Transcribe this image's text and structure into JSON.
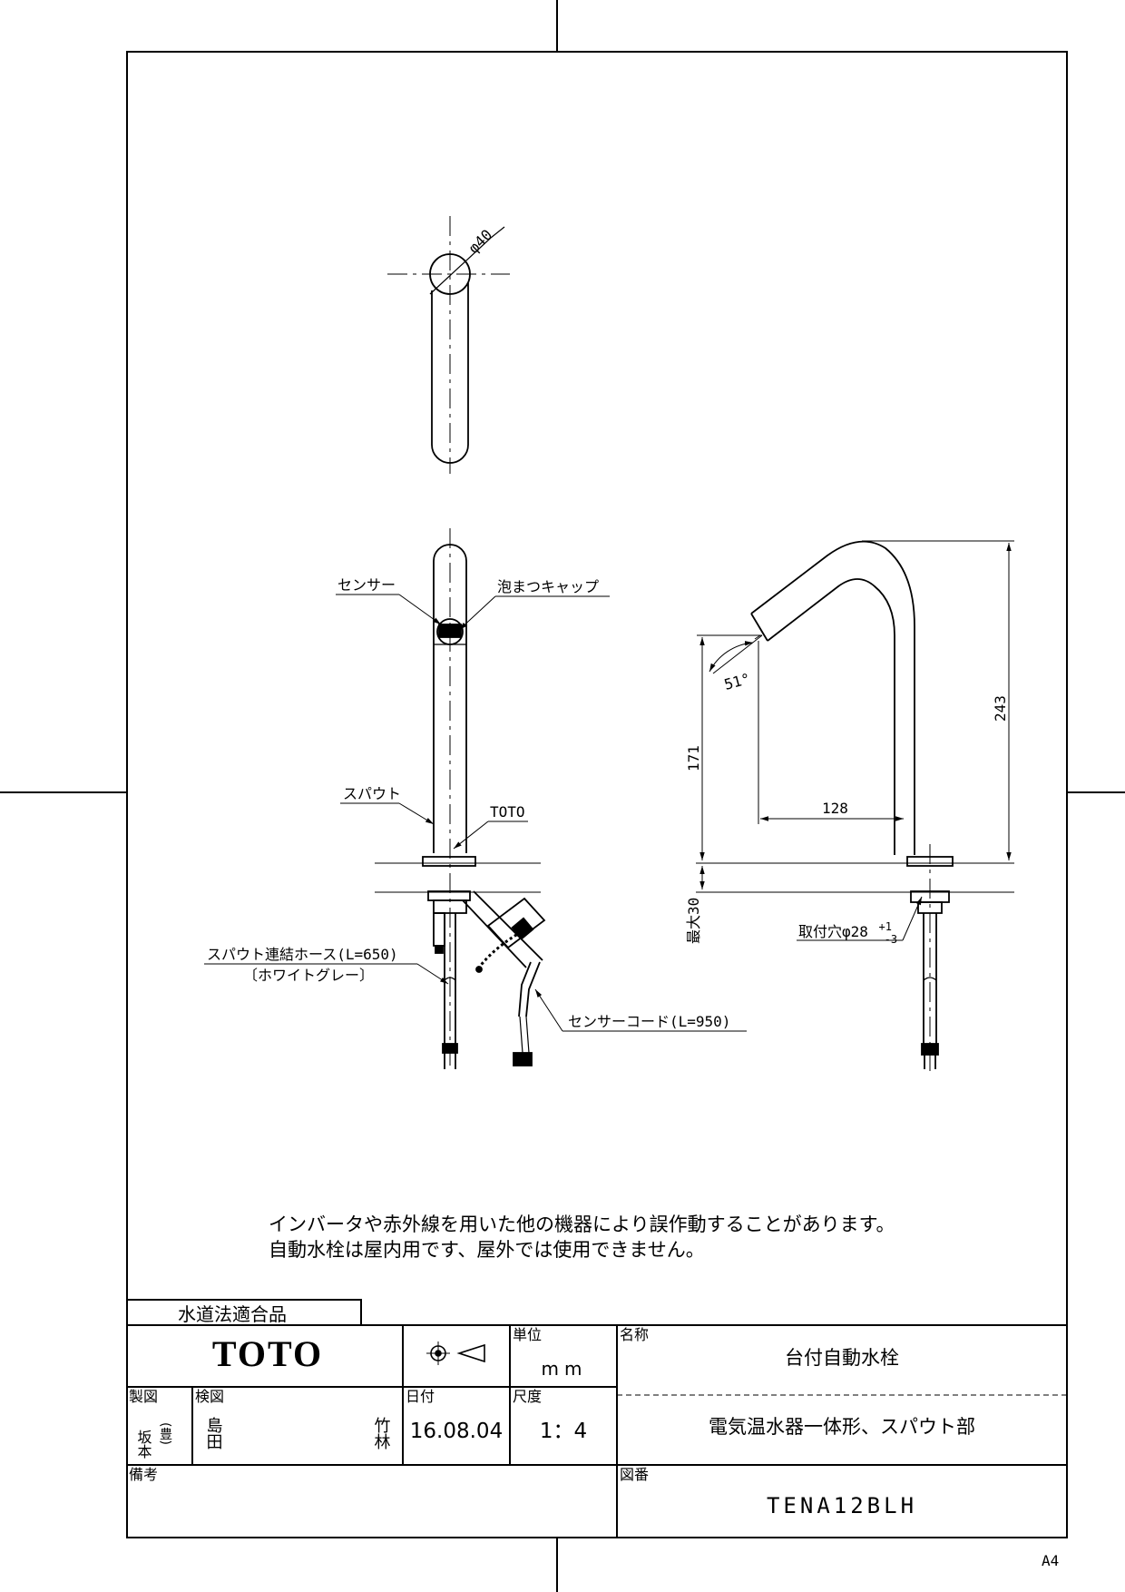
{
  "drawing": {
    "views": {
      "top": {
        "diameter": "φ40"
      },
      "front": {
        "sensor": "センサー",
        "aerator_cap": "泡まつキャップ",
        "spout": "スパウト",
        "logo_mark": "TOTO",
        "hose_line1": "スパウト連結ホース(L=650)",
        "hose_line2": "〔ホワイトグレー〕",
        "sensor_cord": "センサーコード(L=950)"
      },
      "side": {
        "angle": "51°",
        "height_171": "171",
        "height_243": "243",
        "reach_128": "128",
        "max_thickness": "最大30",
        "mount_hole_base": "取付穴φ28",
        "mount_hole_tol_plus": "+1",
        "mount_hole_tol_minus": "-3"
      }
    },
    "notes": [
      "インバータや赤外線を用いた他の機器により誤作動することがあります。",
      "自動水栓は屋内用です、屋外では使用できません。"
    ]
  },
  "title_block": {
    "certification": "水道法適合品",
    "brand": "TOTO",
    "unit_label": "単位",
    "unit_value": "mm",
    "name_label": "名称",
    "name_value": "台付自動水栓",
    "subtitle_value": "電気温水器一体形、スパウト部",
    "drawn_label": "製図",
    "drawn_by_1": "坂本",
    "drawn_by_2": "(豊)",
    "checked_label": "検図",
    "checked_by_1": "島田",
    "checked_by_2": "竹林",
    "date_label": "日付",
    "date_value": "16.08.04",
    "scale_label": "尺度",
    "scale_value": "1：4",
    "remarks_label": "備考",
    "drawing_no_label": "図番",
    "drawing_no_value": "TENA12BLH"
  },
  "paper_size": "A4"
}
